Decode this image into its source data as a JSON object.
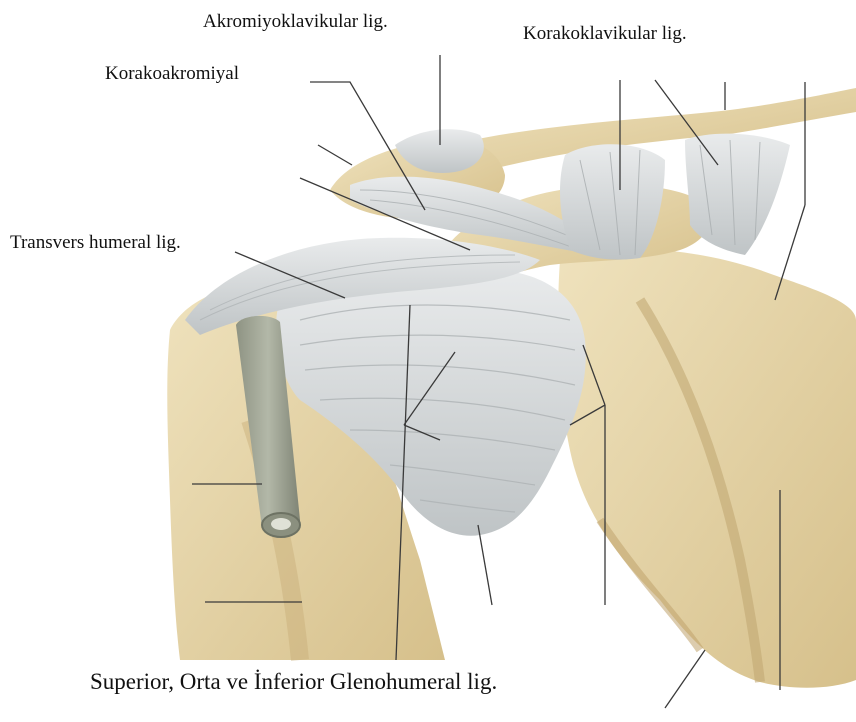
{
  "labels": {
    "akromiyoklavikular": "Akromiyoklavikular lig.",
    "korakoklavikular": "Korakoklavikular lig.",
    "korakoakromiyal": "Korakoakromiyal",
    "transvers_humeral": "Transvers humeral lig.",
    "glenohumeral": "Superior, Orta ve İnferior Glenohumeral lig."
  },
  "colors": {
    "bone": "#e6d5a6",
    "bone_shadow": "#c9b07a",
    "ligament": "#d8dadb",
    "ligament_shade": "#b9bec0",
    "tendon": "#9ea393",
    "leader_line": "#3a3a3a",
    "background": "#ffffff"
  }
}
